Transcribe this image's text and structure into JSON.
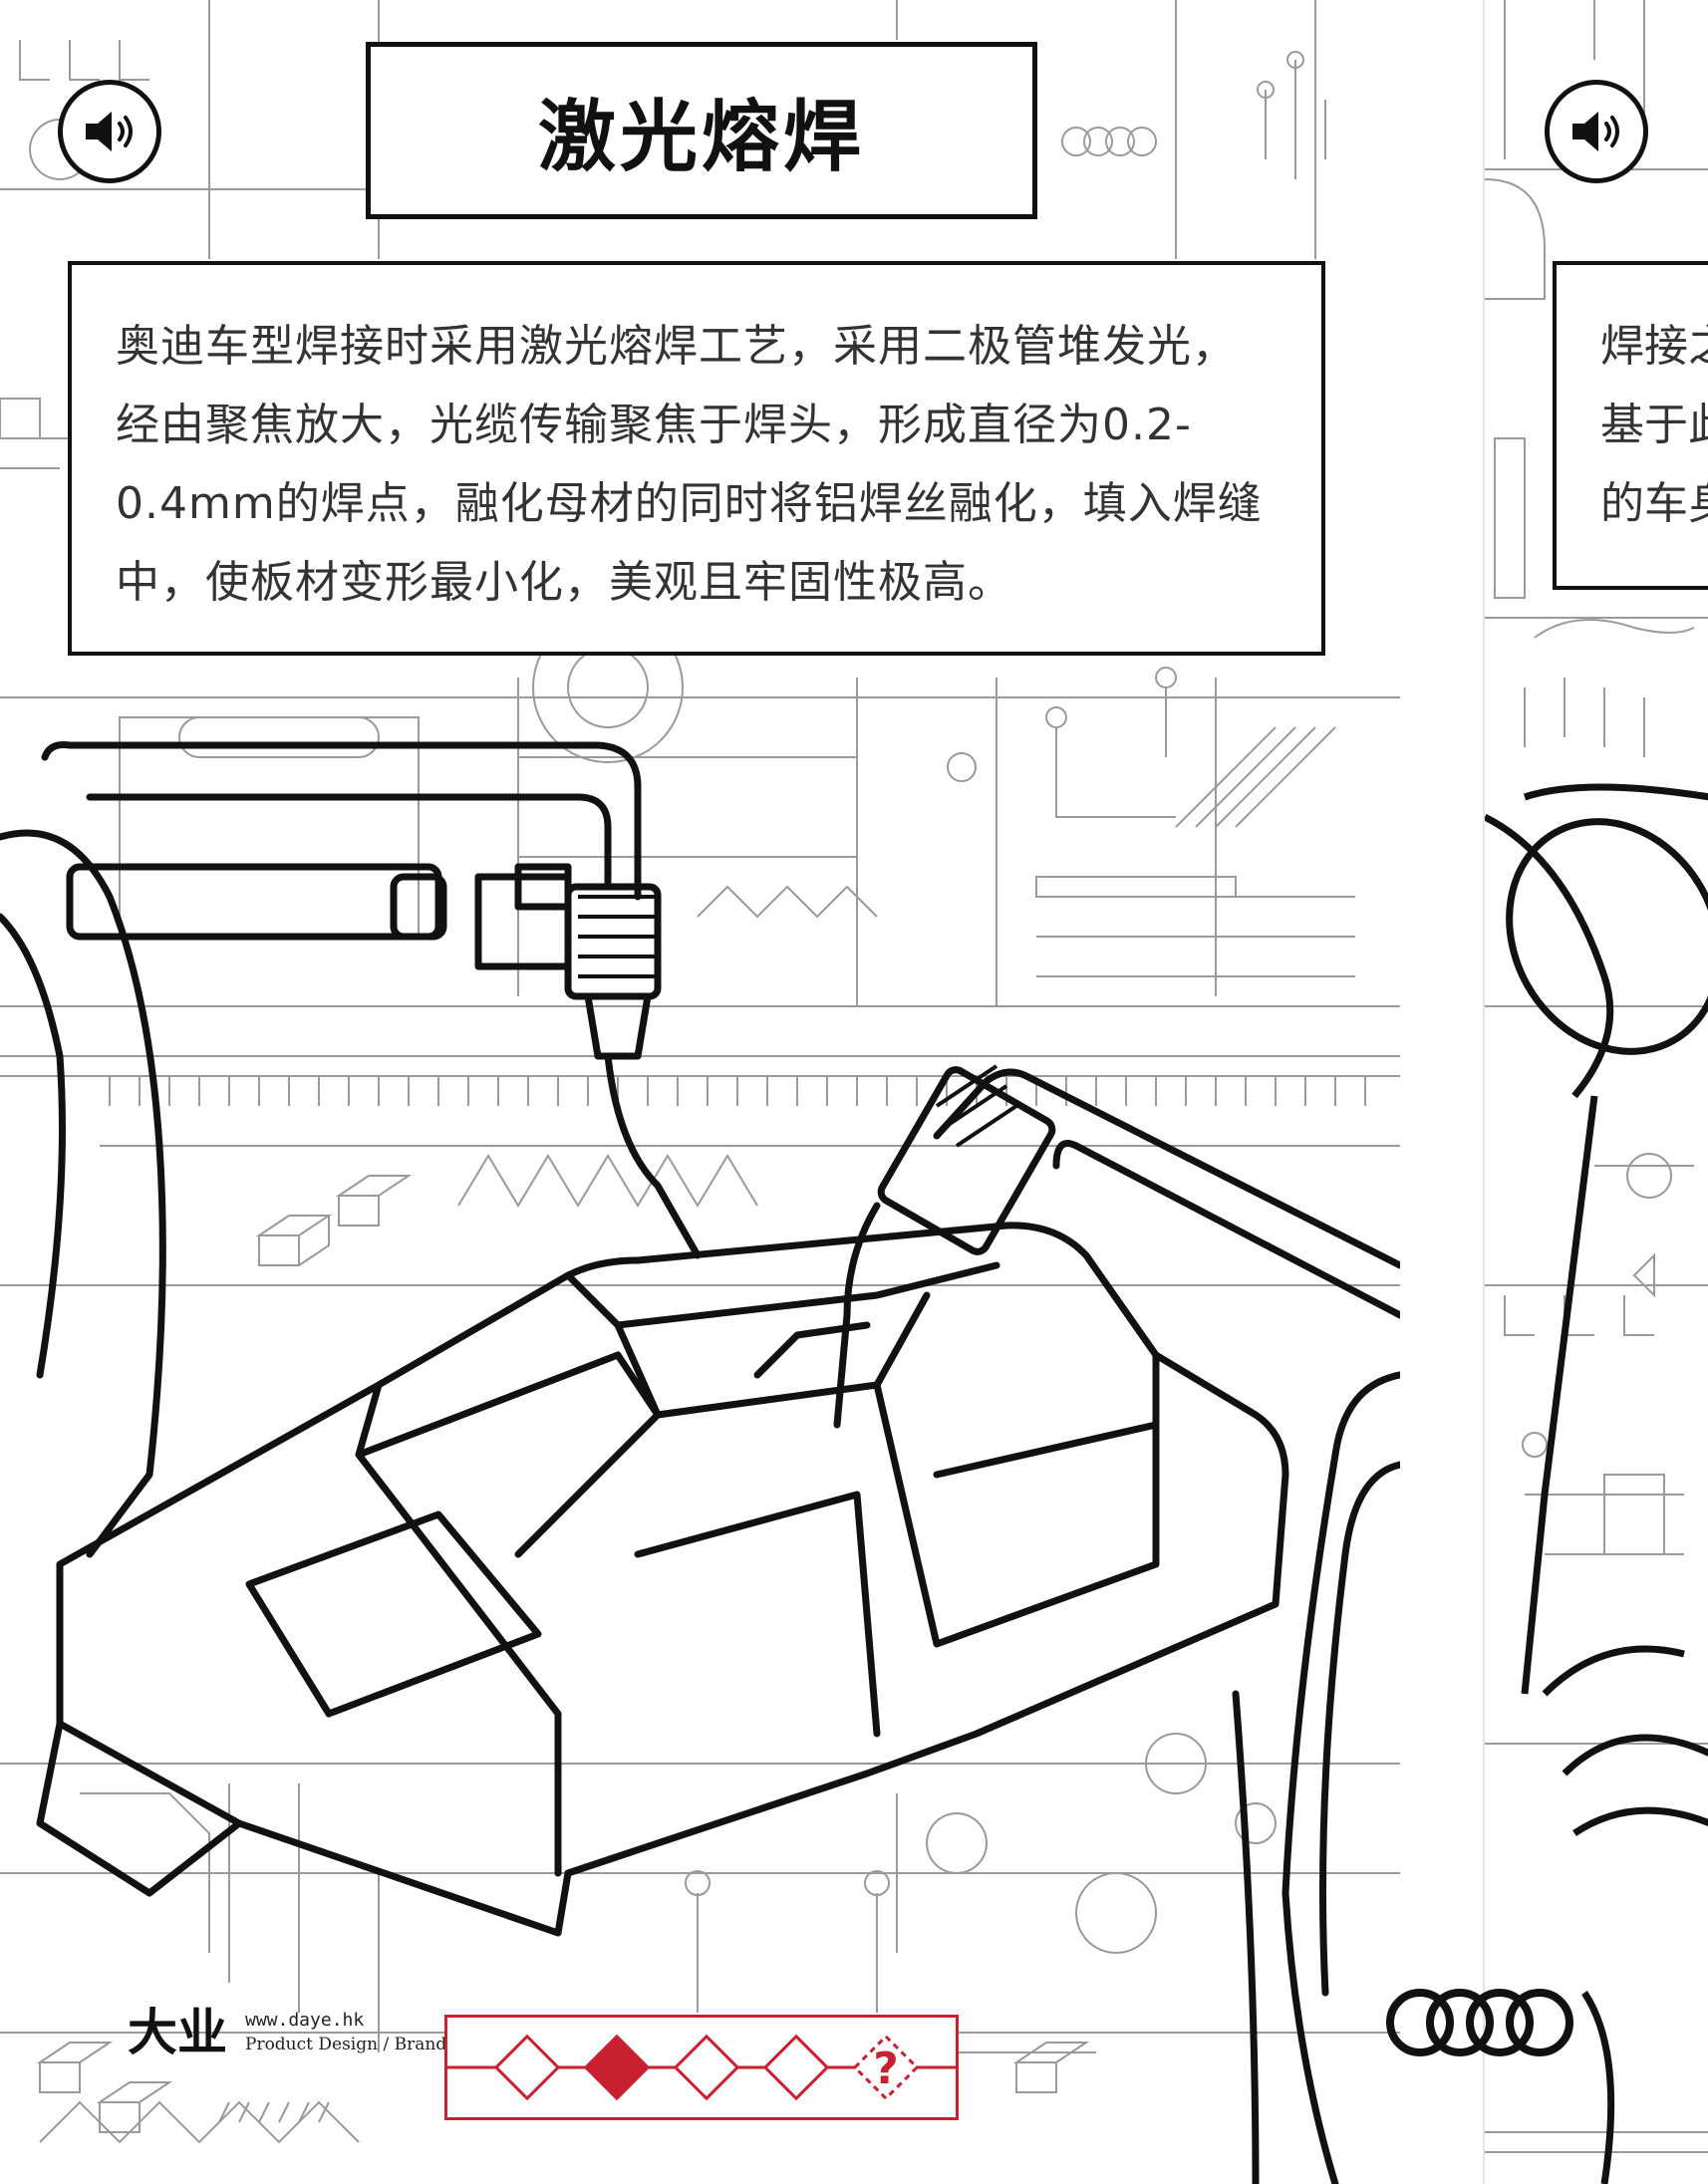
{
  "main_panel": {
    "title": "激光熔焊",
    "description": "奥迪车型焊接时采用激光熔焊工艺，采用二极管堆发光，经由聚焦放大，光缆传输聚焦于焊头，形成直径为0.2-0.4mm的焊点，融化母材的同时将铝焊丝融化，填入焊缝中，使板材变形最小化，美观且牢固性极高。",
    "sound_icon": "speaker-icon"
  },
  "next_panel": {
    "description_lines": [
      "焊接之",
      "基于此",
      "的车身"
    ],
    "sound_icon": "speaker-icon"
  },
  "footer": {
    "brand_logo": "大业",
    "brand_url": "www.daye.hk",
    "brand_services": "Product Design / Brand design / Space design",
    "progress": {
      "steps": 5,
      "current_step": 2,
      "final_step_icon": "question-icon"
    },
    "audi_logo": "audi-rings-logo"
  },
  "colors": {
    "accent_red": "#c8202f",
    "line_dark": "#111111",
    "line_light": "#9a9a9a"
  }
}
